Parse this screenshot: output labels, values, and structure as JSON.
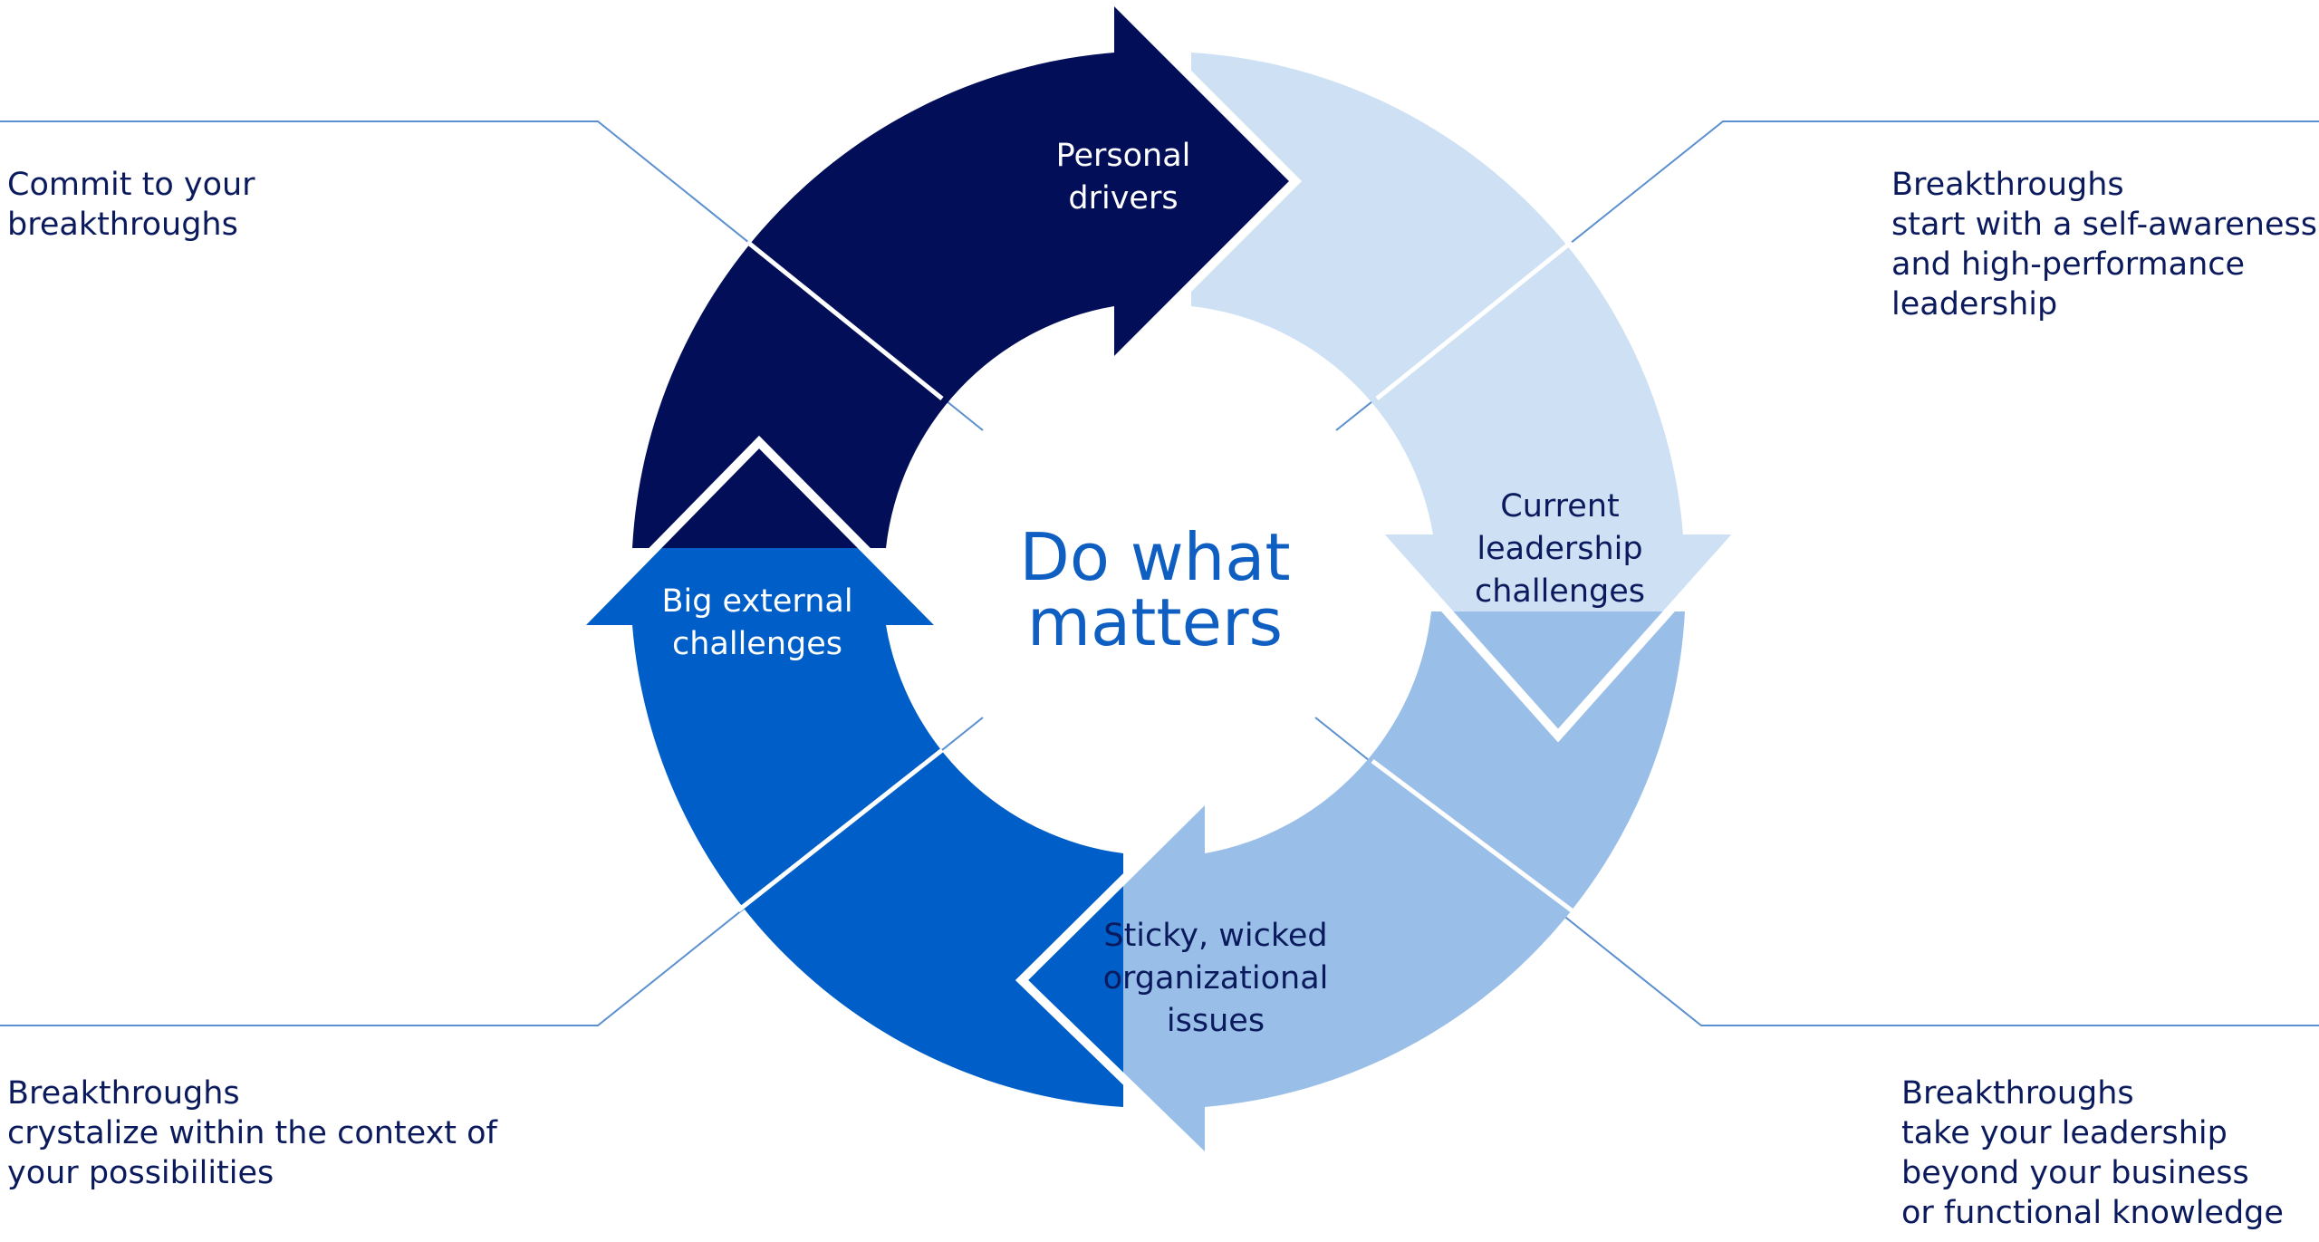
{
  "center": {
    "line1": "Do what",
    "line2": "matters"
  },
  "segments": {
    "personal_drivers": {
      "line1": "Personal",
      "line2": "drivers",
      "color": "#020f58",
      "text_color": "#ffffff"
    },
    "current_leadership": {
      "line1": "Current",
      "line2": "leadership",
      "line3": "challenges",
      "color": "#cde0f4",
      "text_color": "#0a1a5c"
    },
    "sticky_issues": {
      "line1": "Sticky, wicked",
      "line2": "organizational",
      "line3": "issues",
      "color": "#99bfe8",
      "text_color": "#0a1a5c"
    },
    "big_external": {
      "line1": "Big external",
      "line2": "challenges",
      "color": "#005ec8",
      "text_color": "#ffffff"
    }
  },
  "notes": {
    "top_left": "Commit to your\nbreakthroughs",
    "top_right": "Breakthroughs\nstart with a self-awareness\nand high-performance\nleadership",
    "bottom_left": "Breakthroughs\ncrystalize within the context of\nyour possibilities",
    "bottom_right": "Breakthroughs\ntake your leadership\nbeyond your business\nor functional knowledge"
  },
  "colors": {
    "center_text": "#0f5fc2",
    "note_text": "#0a1a5c",
    "leader_line": "#5a8fd0"
  }
}
